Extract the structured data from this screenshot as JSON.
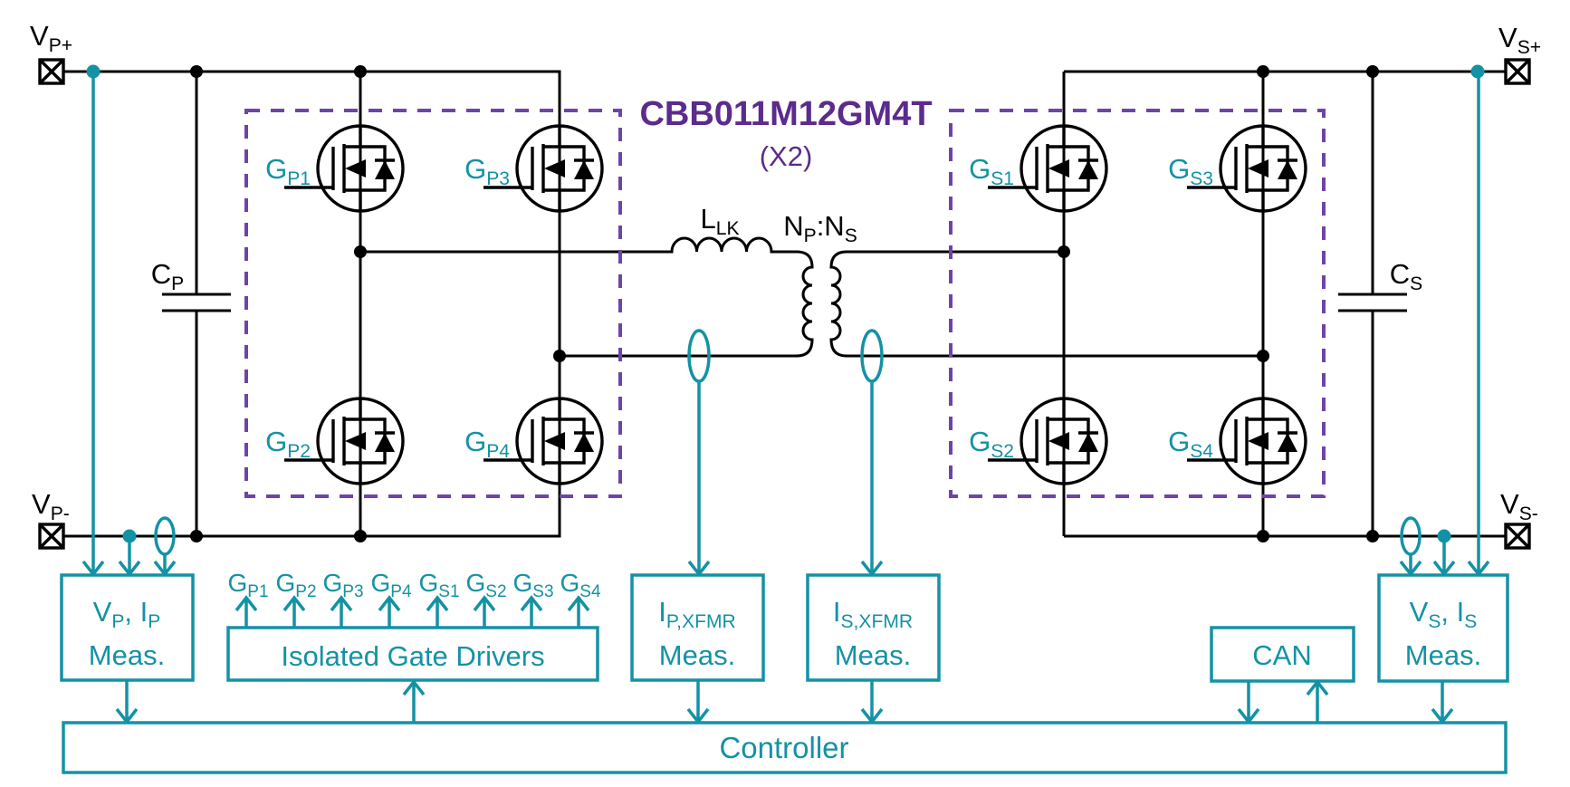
{
  "colors": {
    "teal": "#1492a5",
    "purple": "#6f44a8",
    "title_purple": "#5b2b8d",
    "wire": "#000000",
    "background": "#ffffff"
  },
  "title": {
    "part_number": "CBB011M12GM4T",
    "quantity": "(X2)"
  },
  "terminals": {
    "vp_plus": {
      "base": "V",
      "sub": "P+"
    },
    "vp_minus": {
      "base": "V",
      "sub": "P-"
    },
    "vs_plus": {
      "base": "V",
      "sub": "S+"
    },
    "vs_minus": {
      "base": "V",
      "sub": "S-"
    }
  },
  "passives": {
    "cap_primary": {
      "base": "C",
      "sub": "P"
    },
    "cap_secondary": {
      "base": "C",
      "sub": "S"
    },
    "leakage_inductor": {
      "base": "L",
      "sub": "LK"
    },
    "turns_ratio": {
      "base1": "N",
      "sub1": "P",
      "base2": ":N",
      "sub2": "S"
    }
  },
  "mosfet_labels": {
    "gp1": {
      "base": "G",
      "sub": "P1"
    },
    "gp2": {
      "base": "G",
      "sub": "P2"
    },
    "gp3": {
      "base": "G",
      "sub": "P3"
    },
    "gp4": {
      "base": "G",
      "sub": "P4"
    },
    "gs1": {
      "base": "G",
      "sub": "S1"
    },
    "gs2": {
      "base": "G",
      "sub": "S2"
    },
    "gs3": {
      "base": "G",
      "sub": "S3"
    },
    "gs4": {
      "base": "G",
      "sub": "S4"
    }
  },
  "gate_signals": [
    {
      "base": "G",
      "sub": "P1"
    },
    {
      "base": "G",
      "sub": "P2"
    },
    {
      "base": "G",
      "sub": "P3"
    },
    {
      "base": "G",
      "sub": "P4"
    },
    {
      "base": "G",
      "sub": "S1"
    },
    {
      "base": "G",
      "sub": "S2"
    },
    {
      "base": "G",
      "sub": "S3"
    },
    {
      "base": "G",
      "sub": "S4"
    }
  ],
  "measurement": {
    "vp_ip": {
      "b1": "V",
      "s1": "P",
      "b2": ", I",
      "s2": "P",
      "line2": "Meas."
    },
    "ip_xfmr": {
      "base": "I",
      "sub": "P,XFMR",
      "line2": "Meas."
    },
    "is_xfmr": {
      "base": "I",
      "sub": "S,XFMR",
      "line2": "Meas."
    },
    "vs_is": {
      "b1": "V",
      "s1": "S",
      "b2": ", I",
      "s2": "S",
      "line2": "Meas."
    }
  },
  "blocks": {
    "gate_drivers": "Isolated Gate Drivers",
    "can": "CAN",
    "controller": "Controller"
  }
}
